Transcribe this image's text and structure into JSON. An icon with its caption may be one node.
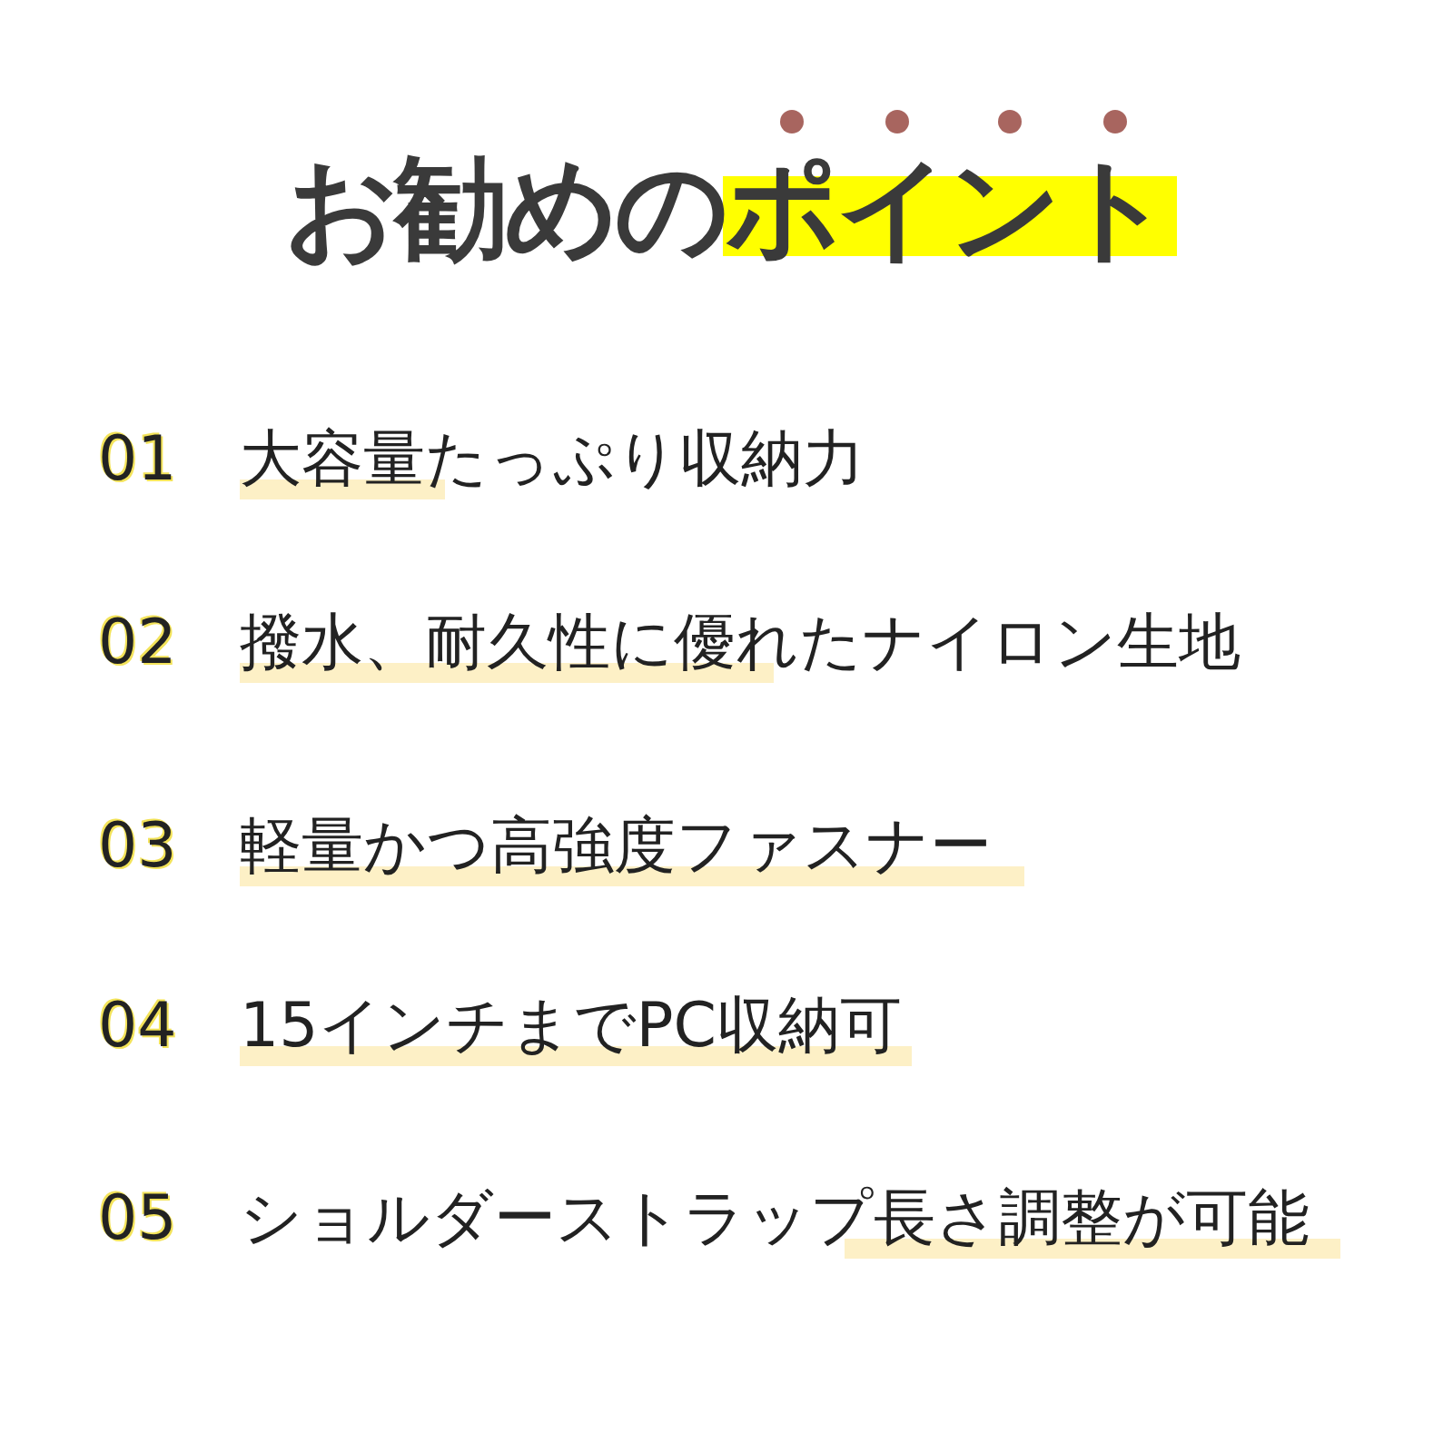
{
  "diagram": {
    "title": "お勧めのポイント",
    "labels": [
      "01",
      "大容量たっぷり収納力",
      "02",
      "撥水、耐久性に優れたナイロン生地",
      "03",
      "軽量かつ高強度ファスナー",
      "04",
      "15インチまでPC収納可",
      "05",
      "ショルダーストラップ長さ調整が可能"
    ]
  }
}
